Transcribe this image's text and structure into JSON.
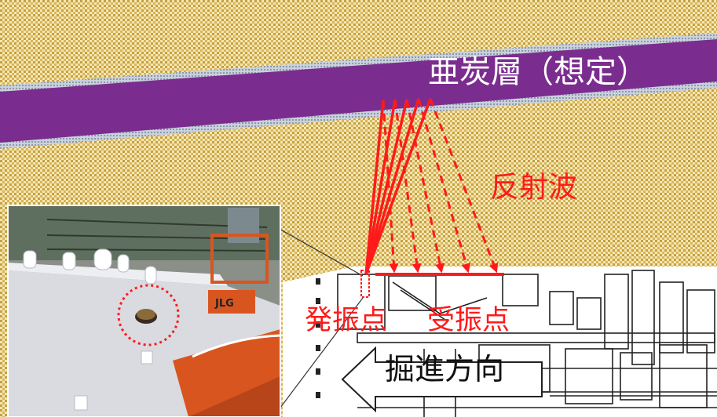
{
  "labels": {
    "coal_layer": "亜炭層（想定）",
    "reflected_wave": "反射波",
    "source_point": "発振点",
    "receiver_point": "受振点",
    "excavation_direction": "掘進方向"
  },
  "photo_overlay": {
    "machine_logo": "JLG"
  },
  "icons": {
    "direction": "left-arrow-icon",
    "source_marker": "source-marker-icon",
    "receiver_line": "receiver-line",
    "highlight": "dotted-circle-highlight"
  },
  "colors": {
    "ground_background": "#f3e6b8",
    "ground_dots": "#c8a13a",
    "coal_layer": "#7b2d8f",
    "coal_border": "#a9b4c2",
    "wave_color": "#ff1a1a",
    "machine_outline": "#222222",
    "photo_surface": "#d9dbe0",
    "photo_orange": "#d9551f"
  }
}
